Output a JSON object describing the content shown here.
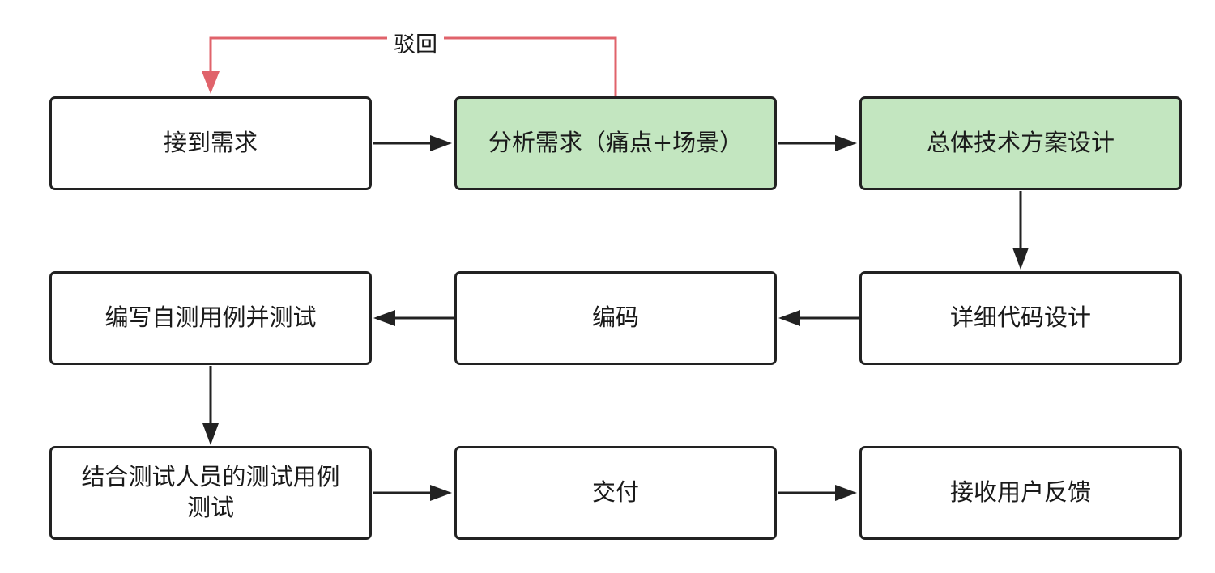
{
  "colors": {
    "node_border": "#222222",
    "highlight_fill": "#c3e6c0",
    "arrow": "#222222",
    "reject_arrow": "#e0636b"
  },
  "nodes": {
    "receive_requirement": "接到需求",
    "analyze_requirement": "分析需求（痛点+场景）",
    "overall_tech_design": "总体技术方案设计",
    "detailed_code_design": "详细代码设计",
    "coding": "编码",
    "self_test": "编写自测用例并测试",
    "qa_test": "结合测试人员的测试用例测试",
    "delivery": "交付",
    "user_feedback": "接收用户反馈"
  },
  "edge_labels": {
    "reject": "驳回"
  }
}
